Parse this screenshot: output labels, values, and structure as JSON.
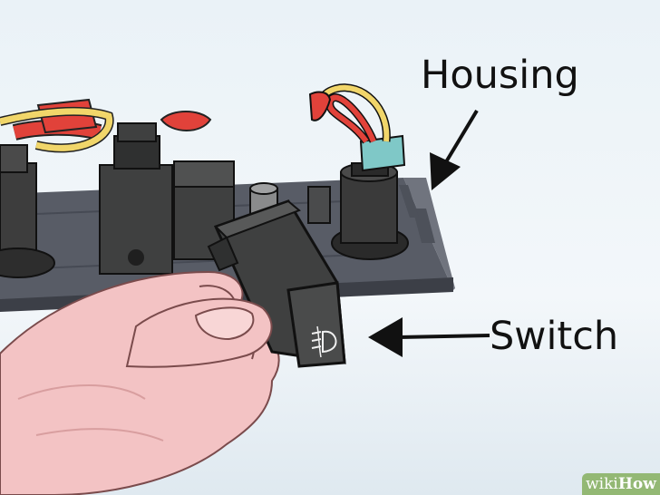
{
  "labels": {
    "housing": "Housing",
    "switch": "Switch"
  },
  "watermark": {
    "part1": "wiki",
    "part2": "How"
  },
  "icons": {
    "switch_face_symbol": "fog-light-icon"
  },
  "colors": {
    "background": "#eef4f8",
    "housing_panel": "#585c66",
    "switch_body": "#3f4040",
    "hand_skin": "#f3c3c4",
    "wire_yellow": "#f1d66a",
    "wire_red": "#e1423a",
    "connector_teal": "#7fc8c7",
    "arrow": "#111111",
    "watermark_bg": "#93b874"
  }
}
